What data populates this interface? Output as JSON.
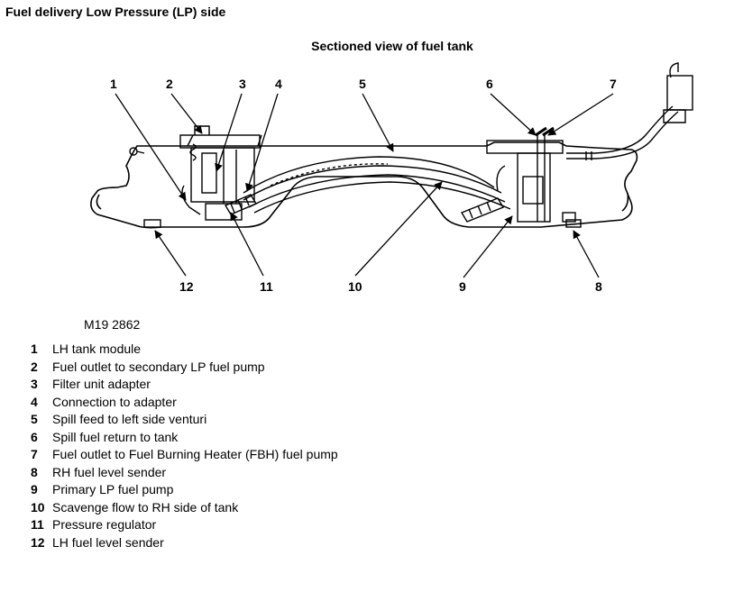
{
  "page_title": "Fuel delivery Low Pressure (LP) side",
  "diagram_title": "Sectioned view of fuel tank",
  "figure_ref": "M19 2862",
  "callouts": [
    "1",
    "2",
    "3",
    "4",
    "5",
    "6",
    "7",
    "8",
    "9",
    "10",
    "11",
    "12"
  ],
  "legend": [
    {
      "num": "1",
      "text": "LH tank module"
    },
    {
      "num": "2",
      "text": "Fuel outlet to secondary LP fuel pump"
    },
    {
      "num": "3",
      "text": "Filter unit adapter"
    },
    {
      "num": "4",
      "text": "Connection to adapter"
    },
    {
      "num": "5",
      "text": "Spill feed to left side venturi"
    },
    {
      "num": "6",
      "text": "Spill fuel return to tank"
    },
    {
      "num": "7",
      "text": "Fuel outlet to Fuel Burning Heater (FBH) fuel pump"
    },
    {
      "num": "8",
      "text": "RH fuel level sender"
    },
    {
      "num": "9",
      "text": "Primary LP fuel pump"
    },
    {
      "num": "10",
      "text": "Scavenge flow to RH side of tank"
    },
    {
      "num": "11",
      "text": "Pressure regulator"
    },
    {
      "num": "12",
      "text": "LH fuel level sender"
    }
  ]
}
